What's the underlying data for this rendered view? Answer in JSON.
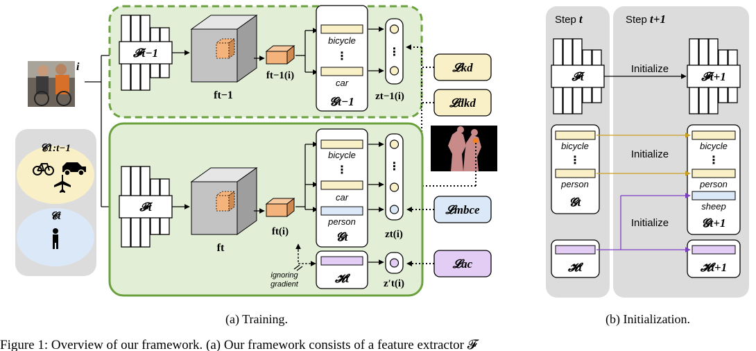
{
  "colors": {
    "cream_fill": "#faf0c8",
    "green_fill": "#e3eed7",
    "green_border": "#6aa13e",
    "dashed_green": "#6aa13e",
    "blue_fill": "#dbe8f7",
    "purple_fill": "#e3cdf5",
    "orange": "#f3b37a",
    "gray_panel": "#dcdcdc",
    "gold_arrow": "#c8a020",
    "purple_arrow": "#7c3cc4"
  },
  "training": {
    "sample_label": "i",
    "classes_old": "𝓒1:t−1",
    "classes_new": "𝓒t",
    "prev_extractor": "𝓕t−1",
    "prev_feature": "ft−1",
    "prev_pixel_feature": "ft−1(i)",
    "prev_classifier": "𝓖t−1",
    "prev_logit": "zt−1(i)",
    "prev_class_top": "bicycle",
    "prev_class_bottom": "car",
    "loss_kd": "𝓛kd",
    "loss_dkd": "𝓛dkd",
    "cur_extractor": "𝓕t",
    "cur_feature": "ft",
    "cur_pixel_feature": "ft(i)",
    "cur_classifier": "𝓖t",
    "cur_logit": "zt(i)",
    "cur_classes": [
      "bicycle",
      "car",
      "person"
    ],
    "aux_classifier": "𝓗t",
    "aux_logit": "z′t(i)",
    "loss_mbce": "𝓛mbce",
    "loss_ac": "𝓛ac",
    "ignoring_gradient_1": "ignoring",
    "ignoring_gradient_2": "gradient",
    "vdots": "⋮"
  },
  "initialization": {
    "step_t_prefix": "Step ",
    "step_t_var": "t",
    "step_t1_prefix": "Step ",
    "step_t1_var": "t+1",
    "extractor_t": "𝓕t",
    "extractor_t1": "𝓕t+1",
    "classifier_t": "𝓖t",
    "classifier_t1": "𝓖t+1",
    "aux_t": "𝓗t",
    "aux_t1": "𝓗t+1",
    "init_label_1": "Initialize",
    "init_label_2": "Initialize",
    "init_label_3": "Initialize",
    "classes_t": [
      "bicycle",
      "person"
    ],
    "classes_t1": [
      "bicycle",
      "person",
      "sheep"
    ]
  },
  "captions": {
    "a": "(a) Training.",
    "b": "(b) Initialization.",
    "figure_text": "Figure 1: Overview of our framework. (a) Our framework consists of a feature extractor 𝓕"
  }
}
